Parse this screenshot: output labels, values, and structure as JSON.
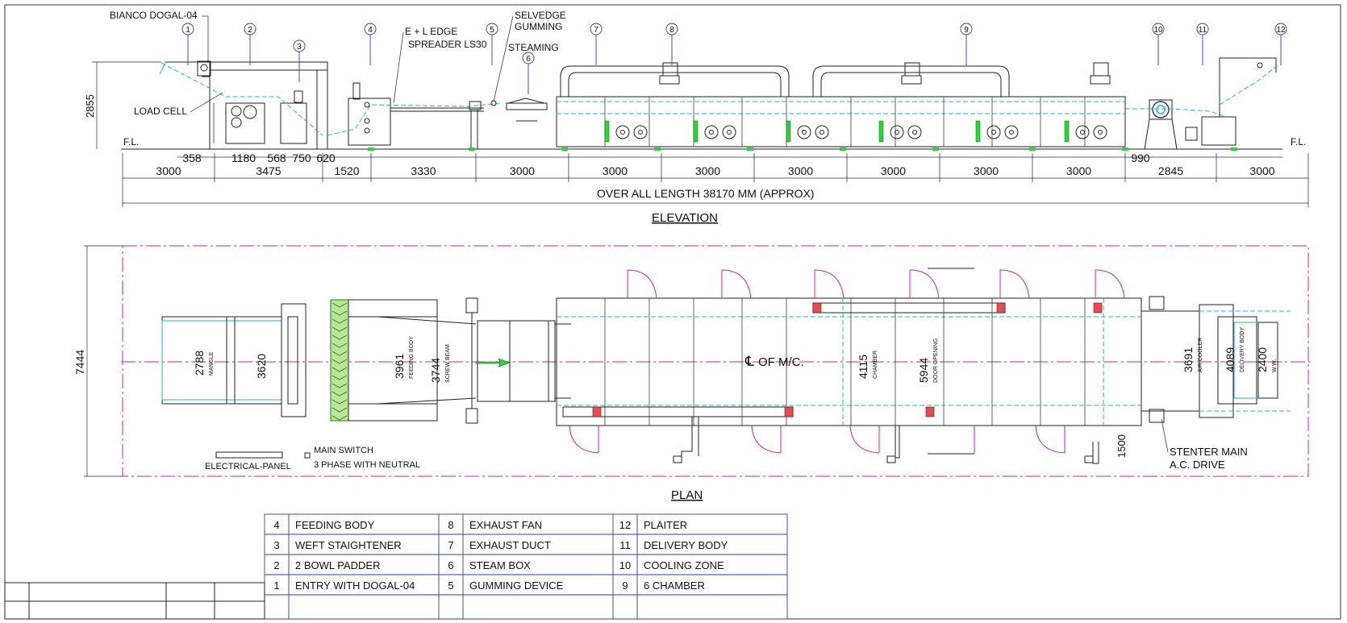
{
  "elevation": {
    "title": "ELEVATION",
    "callouts": {
      "bianco": "BIANCO DOGAL-04",
      "load_cell": "LOAD CELL",
      "edge_spreader_1": "E + L EDGE",
      "edge_spreader_2": "SPREADER LS30",
      "selvedge_1": "SELVEDGE",
      "selvedge_2": "GUMMING",
      "steaming": "STEAMING"
    },
    "balloons": [
      "1",
      "2",
      "3",
      "4",
      "5",
      "6",
      "7",
      "8",
      "9",
      "10",
      "11",
      "12"
    ],
    "floor_level": "F.L.",
    "height_dim": "2855",
    "top_dims": [
      "358",
      "1180",
      "568",
      "750",
      "620",
      "990"
    ],
    "bottom_dims": [
      "3000",
      "3475",
      "1520",
      "3330",
      "3000",
      "3000",
      "3000",
      "3000",
      "3000",
      "3000",
      "3000",
      "2845",
      "3000"
    ],
    "overall": "OVER ALL LENGTH 38170 MM (APPROX)"
  },
  "plan": {
    "title": "PLAN",
    "center_label": "OF M/C.",
    "center_symbol": "℄",
    "width_dim": "7444",
    "dims": [
      {
        "value": "2788",
        "label": "MANGLE"
      },
      {
        "value": "3620",
        "label": ""
      },
      {
        "value": "3961",
        "label": "FEEDING BODY"
      },
      {
        "value": "3744",
        "label": "SCREW BEAM"
      },
      {
        "value": "4115",
        "label": "CHAMBER"
      },
      {
        "value": "5944",
        "label": "DOOR OPENING"
      },
      {
        "value": "3691",
        "label": "AIR COOLER"
      },
      {
        "value": "4089",
        "label": "DELIVERY BODY"
      },
      {
        "value": "2400",
        "label": "W.W."
      }
    ],
    "dim_1500": "1500",
    "electrical_panel": "ELECTRICAL-PANEL",
    "main_switch": "MAIN SWITCH",
    "three_phase": "3 PHASE WITH NEUTRAL",
    "stenter_1": "STENTER MAIN",
    "stenter_2": "A.C. DRIVE"
  },
  "legend": [
    [
      {
        "num": "4",
        "label": "FEEDING BODY"
      },
      {
        "num": "8",
        "label": "EXHAUST FAN"
      },
      {
        "num": "12",
        "label": "PLAITER"
      }
    ],
    [
      {
        "num": "3",
        "label": "WEFT STAIGHTENER"
      },
      {
        "num": "7",
        "label": "EXHAUST DUCT"
      },
      {
        "num": "11",
        "label": "DELIVERY BODY"
      }
    ],
    [
      {
        "num": "2",
        "label": "2 BOWL PADDER"
      },
      {
        "num": "6",
        "label": "STEAM BOX"
      },
      {
        "num": "10",
        "label": "COOLING ZONE"
      }
    ],
    [
      {
        "num": "1",
        "label": "ENTRY WITH DOGAL-04"
      },
      {
        "num": "5",
        "label": "GUMMING DEVICE"
      },
      {
        "num": "9",
        "label": "6 CHAMBER"
      }
    ]
  ]
}
